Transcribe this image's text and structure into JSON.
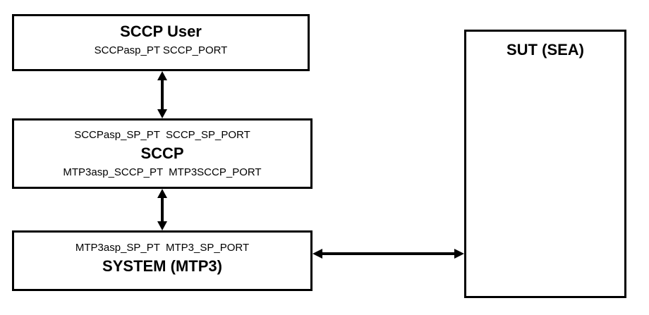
{
  "diagram": {
    "background_color": "#ffffff",
    "line_color": "#000000",
    "blocks": {
      "sccp_user": {
        "title": "SCCP User",
        "ports": "SCCPasp_PT SCCP_PORT"
      },
      "sccp": {
        "top_ports": "SCCPasp_SP_PT  SCCP_SP_PORT",
        "title": "SCCP",
        "bottom_ports": "MTP3asp_SCCP_PT  MTP3SCCP_PORT"
      },
      "system_mtp3": {
        "top_ports": "MTP3asp_SP_PT  MTP3_SP_PORT",
        "title": "SYSTEM (MTP3)"
      },
      "sut": {
        "title": "SUT (SEA)"
      }
    },
    "arrows": [
      {
        "name": "sccp-user-to-sccp",
        "type": "double-headed-vertical"
      },
      {
        "name": "sccp-to-system-mtp3",
        "type": "double-headed-vertical"
      },
      {
        "name": "system-mtp3-to-sut",
        "type": "double-headed-horizontal"
      }
    ]
  }
}
